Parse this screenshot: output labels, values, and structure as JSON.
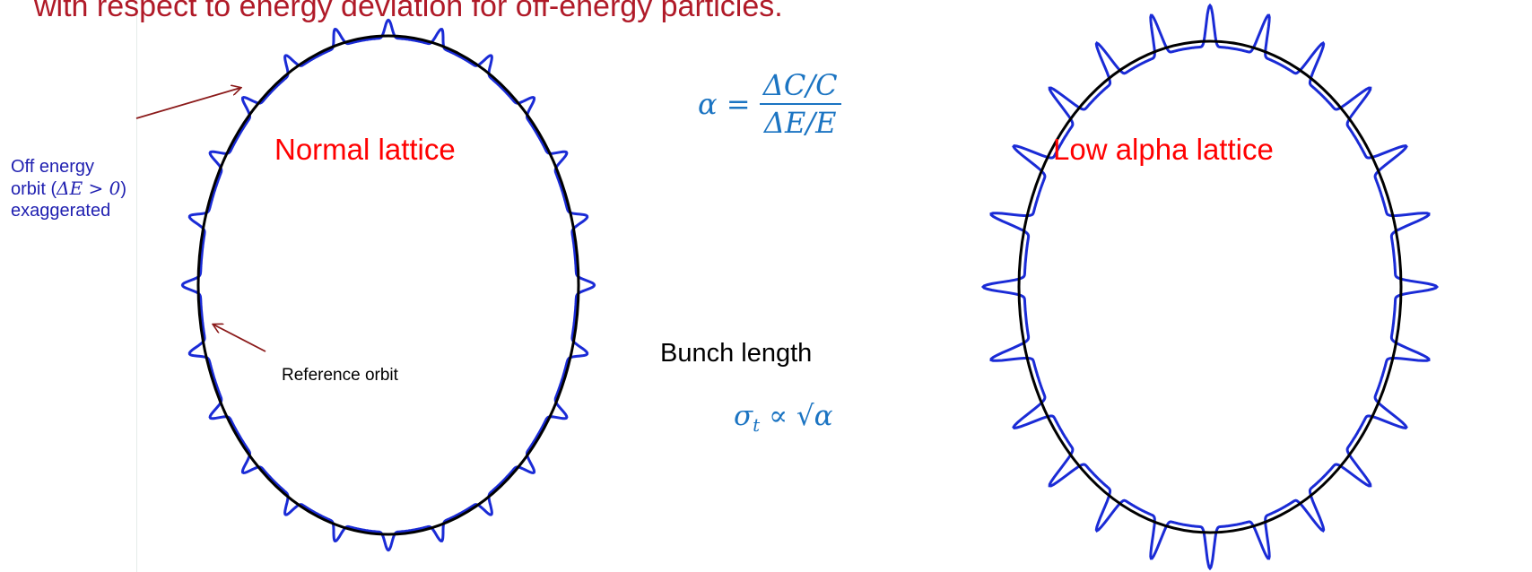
{
  "heading": "with respect to energy deviation for off-energy particles.",
  "left_panel": {
    "title": "Normal lattice",
    "off_energy_line1": "Off energy",
    "off_energy_line2_prefix": "orbit (",
    "off_energy_math": "ΔE > 0",
    "off_energy_line2_suffix": ")",
    "off_energy_line3": "exaggerated",
    "reference_label": "Reference orbit"
  },
  "formula": {
    "lhs": "α =",
    "numerator": "ΔC/C",
    "denominator": "ΔE/E"
  },
  "bunch": {
    "label": "Bunch length",
    "formula": "σ",
    "subscript": "t",
    "relation": " ∝ √α"
  },
  "right_panel": {
    "title": "Low alpha lattice"
  },
  "colors": {
    "heading": "#b01a28",
    "lattice_label": "#ff0000",
    "off_energy_orbit": "#1a2bd6",
    "reference_orbit": "#000000",
    "arrow": "#8b1a1a",
    "math": "#1b74c2"
  }
}
